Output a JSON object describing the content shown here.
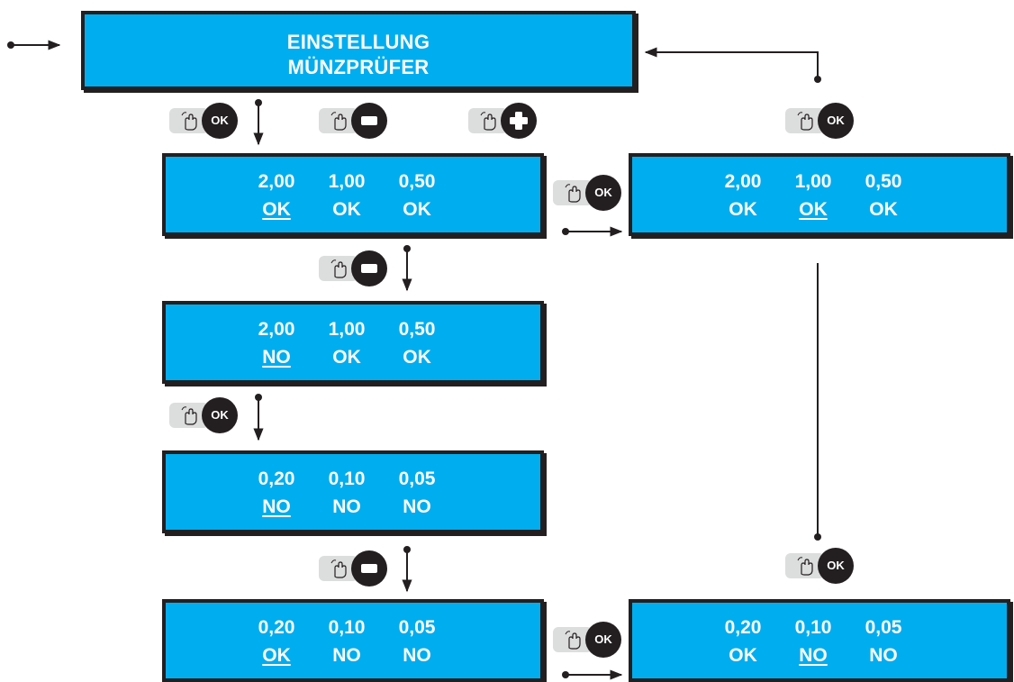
{
  "title_screen": {
    "line1": "EINSTELLUNG",
    "line2": "MÜNZPRÜFER"
  },
  "screens": [
    {
      "values": [
        "2,00",
        "1,00",
        "0,50"
      ],
      "states": [
        "OK",
        "OK",
        "OK"
      ],
      "underlined": 0
    },
    {
      "values": [
        "2,00",
        "1,00",
        "0,50"
      ],
      "states": [
        "NO",
        "OK",
        "OK"
      ],
      "underlined": 0
    },
    {
      "values": [
        "0,20",
        "0,10",
        "0,05"
      ],
      "states": [
        "NO",
        "NO",
        "NO"
      ],
      "underlined": 0
    },
    {
      "values": [
        "0,20",
        "0,10",
        "0,05"
      ],
      "states": [
        "OK",
        "NO",
        "NO"
      ],
      "underlined": 0
    },
    {
      "values": [
        "2,00",
        "1,00",
        "0,50"
      ],
      "states": [
        "OK",
        "OK",
        "OK"
      ],
      "underlined": 1
    },
    {
      "values": [
        "0,20",
        "0,10",
        "0,05"
      ],
      "states": [
        "OK",
        "NO",
        "NO"
      ],
      "underlined": 1
    }
  ],
  "buttons": {
    "ok_label": "OK",
    "ok_icon": "ok-button-icon",
    "minus_icon": "minus-button-icon",
    "plus_icon": "plus-button-icon",
    "hand_icon": "hand-press-icon"
  },
  "colors": {
    "screen_fill": "#00adef",
    "outline": "#231f20",
    "text": "#ffffff",
    "hand_bg": "#dcdddd"
  }
}
